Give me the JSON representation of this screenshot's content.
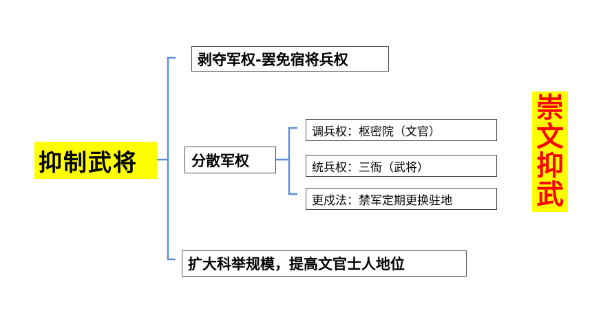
{
  "accent_colors": {
    "bracket": "#5b8fd6",
    "highlight": "#ffff00",
    "side_text": "#ff0000"
  },
  "root": {
    "label": "抑制武将"
  },
  "branches": [
    {
      "label": "剥夺军权-罢免宿将兵权"
    },
    {
      "label": "分散军权",
      "children": [
        {
          "label": "调兵权：枢密院（文官）"
        },
        {
          "label": "统兵权：三衙（武将）"
        },
        {
          "label": "更戍法：禁军定期更换驻地"
        }
      ]
    },
    {
      "label": "扩大科举规模，提高文官士人地位"
    }
  ],
  "side_note": {
    "chars": [
      "崇",
      "文",
      "抑",
      "武"
    ]
  }
}
